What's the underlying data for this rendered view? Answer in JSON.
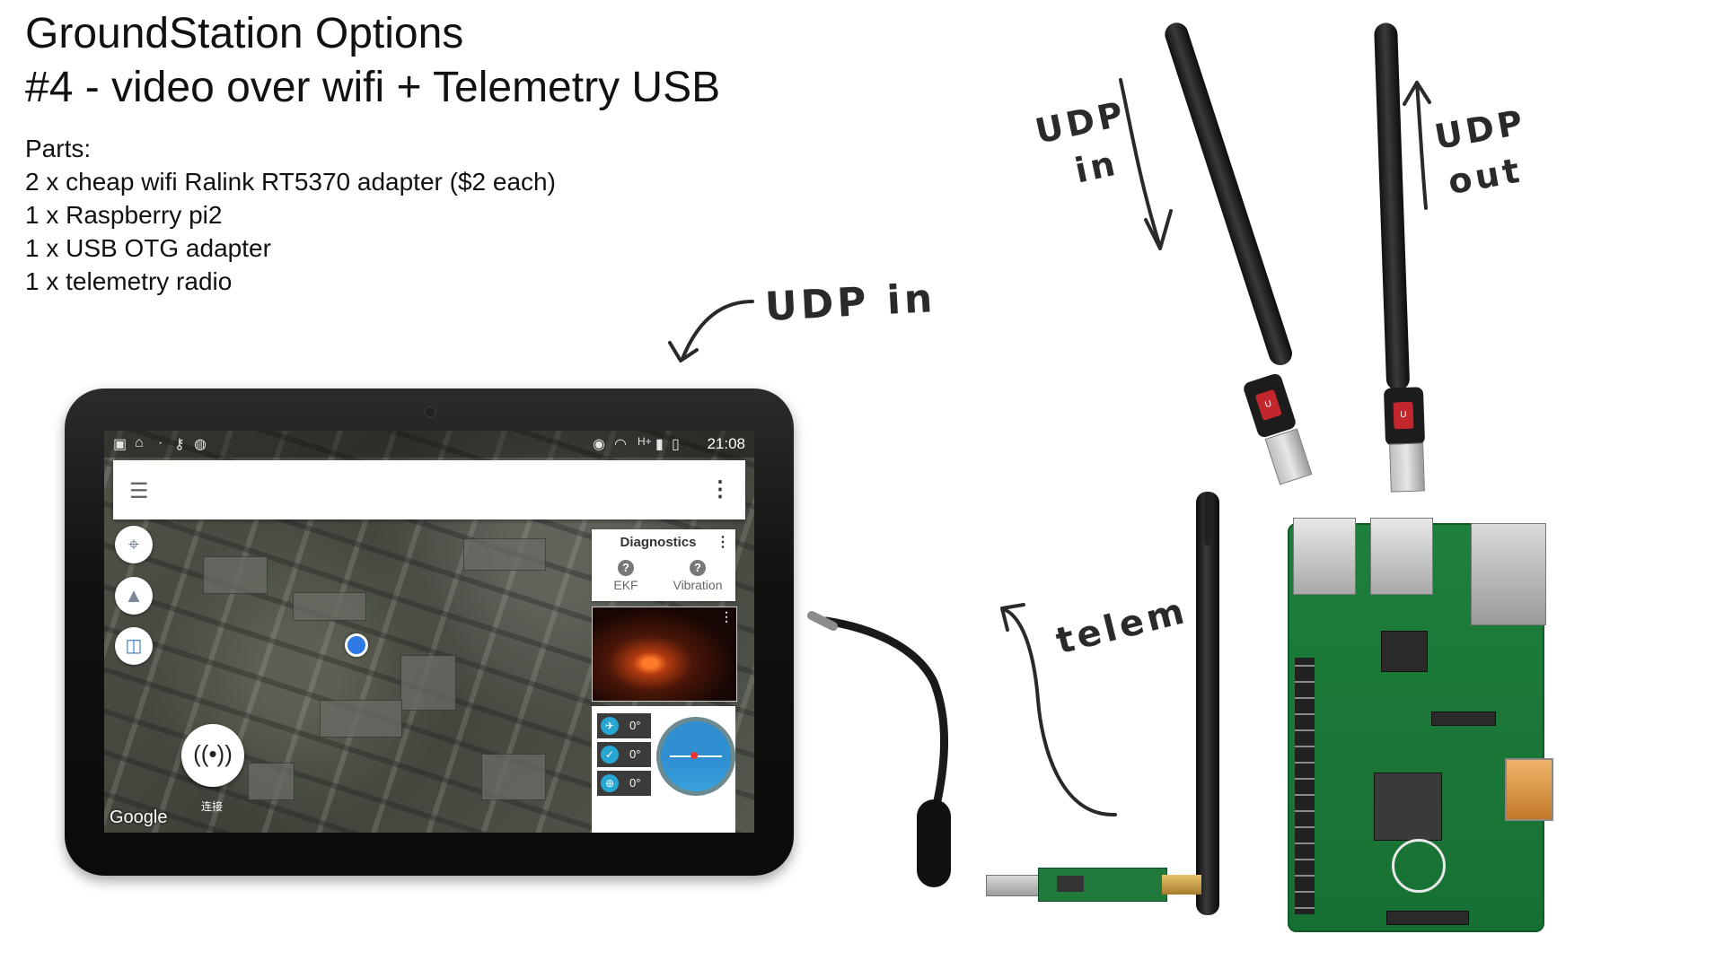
{
  "title": {
    "line1": "GroundStation Options",
    "line2": "#4 - video over wifi + Telemetry USB"
  },
  "parts": {
    "heading": "Parts:",
    "items": [
      "2 x cheap wifi Ralink RT5370 adapter ($2 each)",
      "1 x Raspberry pi2",
      "1 x USB OTG adapter",
      "1 x telemetry radio"
    ]
  },
  "notes": {
    "udp_in_tablet": "UDP in",
    "udp_in_antenna_1": "UDP",
    "udp_in_antenna_2": "in",
    "udp_out_antenna_1": "UDP",
    "udp_out_antenna_2": "out",
    "telem": "telem"
  },
  "tablet": {
    "status_time": "21:08",
    "status_network": "H+",
    "diagnostics_title": "Diagnostics",
    "diag_items": [
      "EKF",
      "Vibration"
    ],
    "telemetry_values": [
      "0°",
      "0°",
      "0°"
    ],
    "connect_label": "连接",
    "map_brand": "Google"
  },
  "icons": {
    "menu": "hamburger-menu-icon",
    "overflow": "vertical-dots-icon",
    "locate": "crosshair-icon",
    "navigate": "navigation-arrow-icon",
    "layers": "split-view-icon",
    "connect": "wifi-icon"
  },
  "colors": {
    "drone_marker": "#2f7be6",
    "telem_icon": "#27a6d3",
    "pcb_green": "#1f7f3c"
  }
}
